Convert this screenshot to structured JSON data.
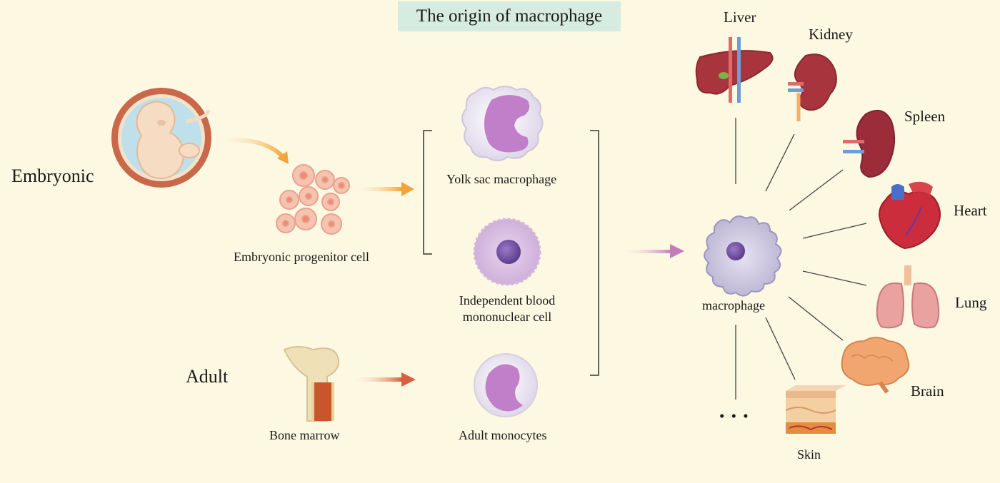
{
  "title": "The origin of macrophage",
  "sources": {
    "embryonic": "Embryonic",
    "adult": "Adult"
  },
  "progenitors": {
    "embryonic_progenitor": "Embryonic progenitor cell",
    "bone_marrow": "Bone marrow"
  },
  "cells": {
    "yolk_sac": "Yolk sac macrophage",
    "blood_line1": "Independent blood",
    "blood_line2": "mononuclear cell",
    "adult_monocytes": "Adult monocytes"
  },
  "target": "macrophage",
  "organs": {
    "liver": "Liver",
    "kidney": "Kidney",
    "spleen": "Spleen",
    "heart": "Heart",
    "lung": "Lung",
    "brain": "Brain",
    "skin": "Skin",
    "more": "• • •"
  },
  "colors": {
    "background": "#fcf8e1",
    "title_bg": "#d6ece0",
    "embryonic_arrow": "#f0a43a",
    "adult_arrow": "#d9603d",
    "macrophage_arrow": "#c77bbf"
  },
  "icons": [
    "fetus-icon",
    "progenitor-cell-icon",
    "bone-marrow-icon",
    "yolk-sac-macrophage-icon",
    "blood-mononuclear-cell-icon",
    "monocyte-icon",
    "macrophage-icon",
    "liver-icon",
    "kidney-icon",
    "spleen-icon",
    "heart-icon",
    "lung-icon",
    "brain-icon",
    "skin-icon"
  ]
}
